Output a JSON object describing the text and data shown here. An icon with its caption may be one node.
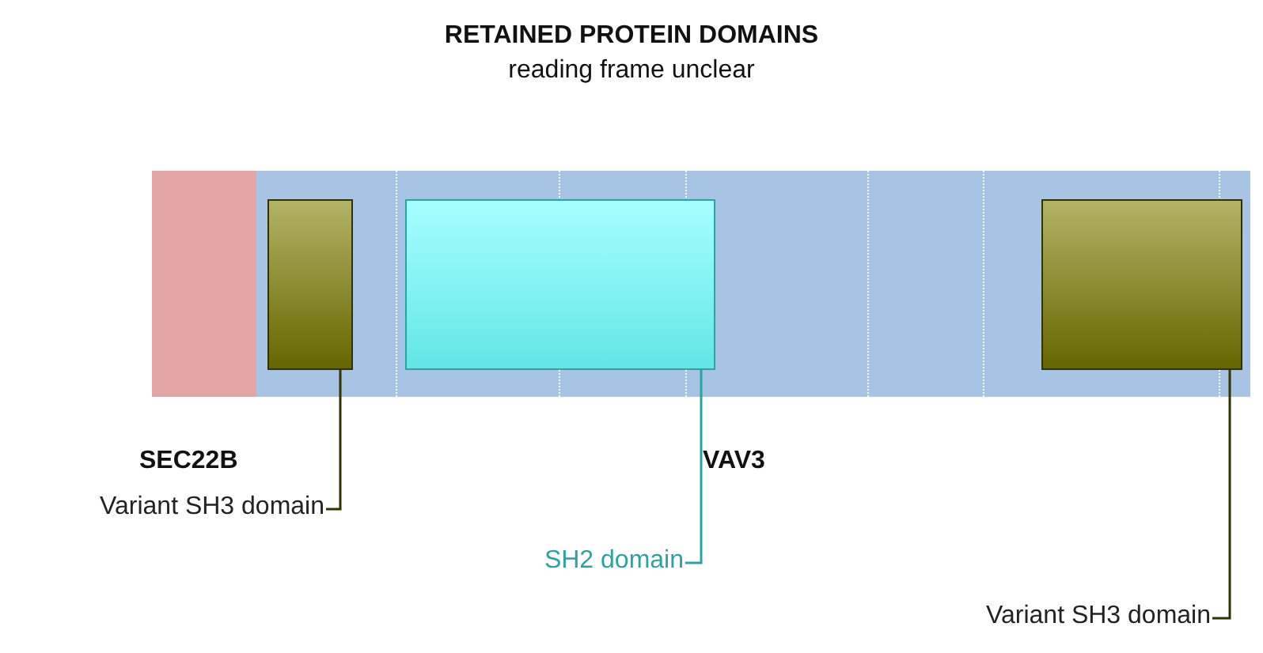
{
  "diagram": {
    "title": "RETAINED PROTEIN DOMAINS",
    "nodes": [
      {
        "text": [
          "SEC22B"
        ]
      },
      {
        "text": [
          "VAV3"
        ]
      },
      {
        "text": [],
        "shape": "box",
        "in": 1
      },
      {
        "text": [],
        "shape": "box",
        "in": 1
      },
      {
        "text": [],
        "shape": "box",
        "in": 1
      },
      {
        "text": [
          "Variant SH3 domain"
        ]
      },
      {
        "text": [
          "SH2 domain"
        ]
      },
      {
        "text": [
          "Variant SH3 domain"
        ]
      }
    ],
    "edges": [
      {
        "from": 5,
        "to": 2,
        "arrow": "none"
      },
      {
        "from": 6,
        "to": 3,
        "arrow": "none",
        "color": "#2aa3a3"
      },
      {
        "from": 7,
        "to": 4,
        "arrow": "none"
      }
    ],
    "labels": [
      "reading frame unclear"
    ]
  }
}
